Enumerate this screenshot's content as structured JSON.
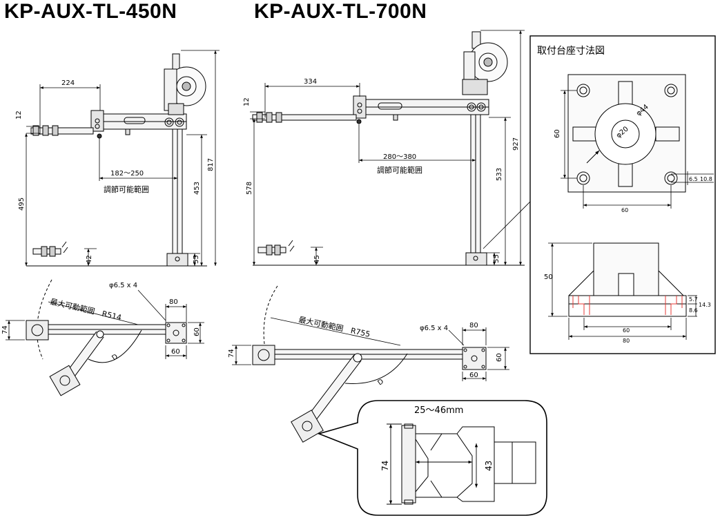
{
  "titles": {
    "left": "KP-AUX-TL-450N",
    "right": "KP-AUX-TL-700N"
  },
  "model_450": {
    "dim_224": "224",
    "dim_12": "12",
    "dim_495": "495",
    "dim_817": "817",
    "dim_453": "453",
    "dim_range": "182〜250",
    "range_caption": "調節可能範囲",
    "dim_42": "42",
    "dim_55": "55",
    "top_view": {
      "reach_caption": "最大可動範囲　R514",
      "hole_note": "φ6.5 x 4",
      "dim_80": "80",
      "dim_60_side": "60",
      "dim_60_bottom": "60",
      "dim_74": "74",
      "angle_label": "D"
    }
  },
  "model_700": {
    "dim_334": "334",
    "dim_12": "12",
    "dim_578": "578",
    "dim_927": "927",
    "dim_533": "533",
    "dim_range": "280〜380",
    "range_caption": "調節可能範囲",
    "dim_45": "45",
    "dim_55": "55",
    "top_view": {
      "reach_caption": "最大可動範囲　R755",
      "hole_note": "φ6.5 x 4",
      "dim_80": "80",
      "dim_60_side": "60",
      "dim_60_bottom": "60",
      "dim_74": "74",
      "angle_label": "D"
    }
  },
  "base_panel": {
    "title": "取付台座寸法図",
    "dim_60_left": "60",
    "dim_phi44": "φ44",
    "dim_phi20": "φ20",
    "dim_6_5": "6.5",
    "dim_10_8": "10.8",
    "dim_60_bottom": "60",
    "dim_50": "50",
    "dim_5_7": "5.7",
    "dim_8_6": "8.6",
    "dim_14_3": "14.3",
    "dim_60_side": "60",
    "dim_80_side": "80"
  },
  "clamp_callout": {
    "range": "25〜46mm",
    "dim_74": "74",
    "dim_43": "43"
  }
}
